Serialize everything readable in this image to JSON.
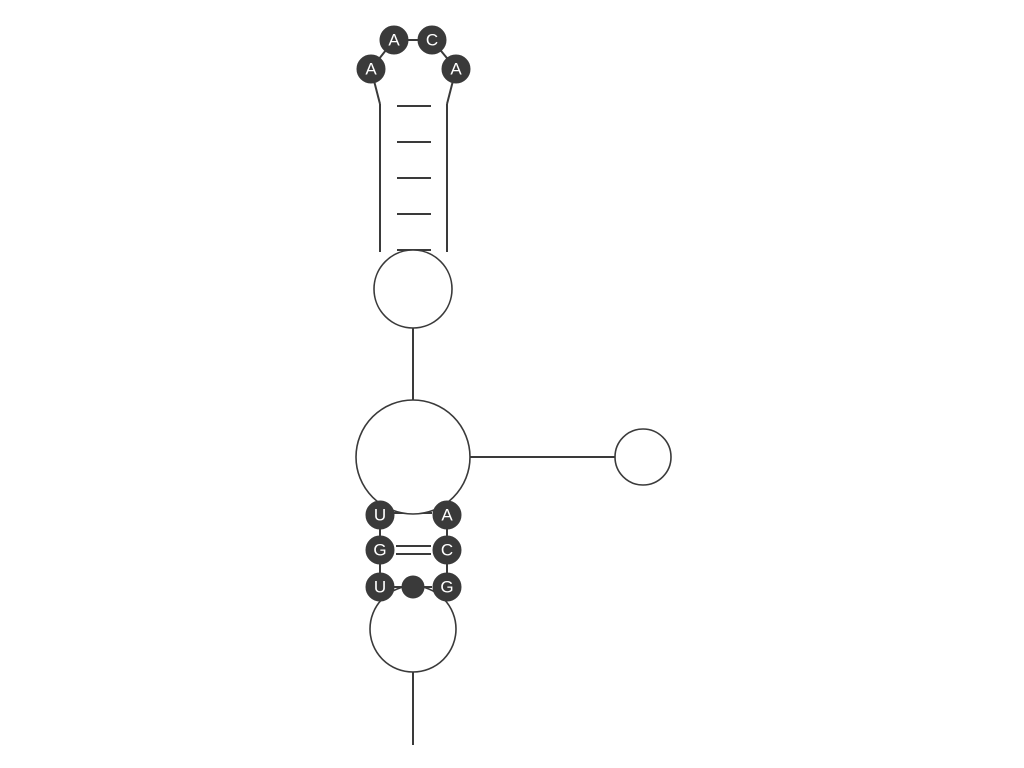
{
  "structure": {
    "hairpin_loop": [
      "A",
      "A",
      "C",
      "A"
    ],
    "helix_pairs": [
      {
        "left": "U",
        "right": "A",
        "bond": "single"
      },
      {
        "left": "G",
        "right": "C",
        "bond": "double"
      },
      {
        "left": "U",
        "right": "G",
        "bond": "wobble"
      }
    ]
  },
  "colors": {
    "nucleotide": "#3a3a3a",
    "line": "#3a3a3a",
    "background": "#ffffff"
  }
}
